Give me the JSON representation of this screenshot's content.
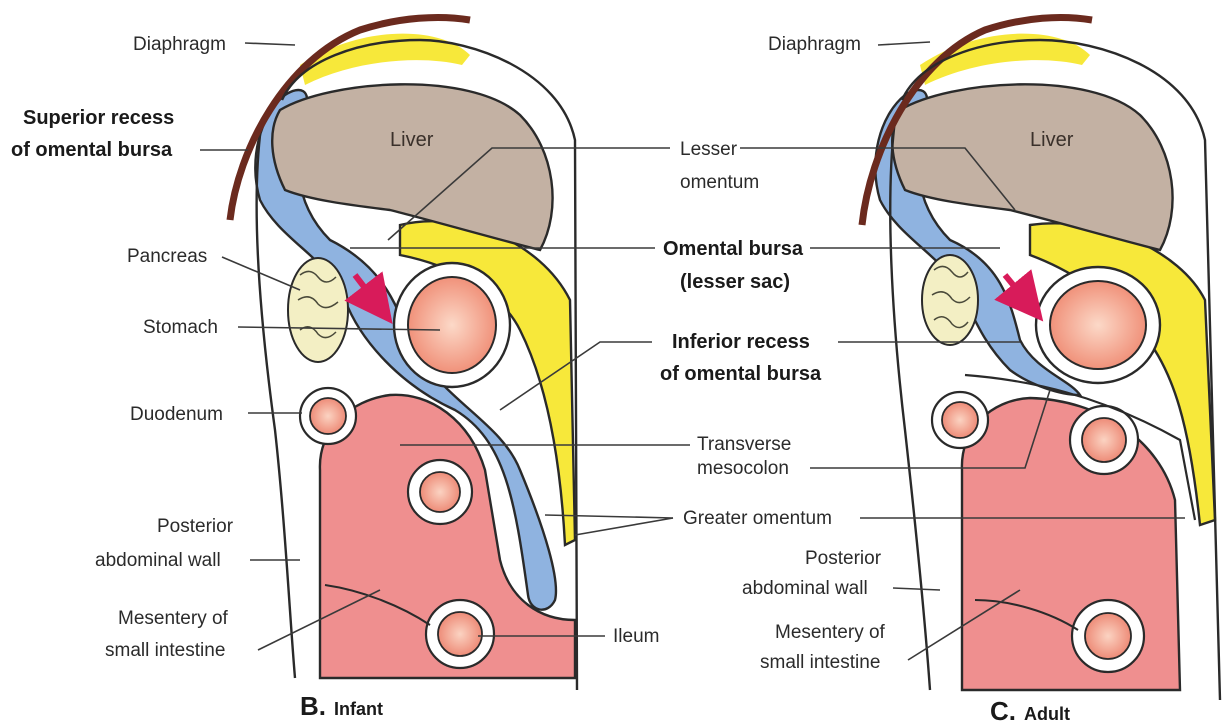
{
  "colors": {
    "liver": "#c3b1a3",
    "omental_bursa": "#8fb3e0",
    "peritoneum_yellow": "#f7e83a",
    "intestine_pink": "#ef8f8f",
    "stomach_pink": "#f3a08a",
    "pancreas": "#f3efc4",
    "diaphragm": "#6b2a1e",
    "arrow": "#d81b5a"
  },
  "panels": [
    {
      "id": "infant",
      "caption_letter": "B.",
      "caption_word": "Infant",
      "organ_labels": {
        "liver": "Liver"
      }
    },
    {
      "id": "adult",
      "caption_letter": "C.",
      "caption_word": "Adult",
      "organ_labels": {
        "liver": "Liver"
      }
    }
  ],
  "labels": {
    "diaphragm_b": "Diaphragm",
    "superior_recess_line1": "Superior recess",
    "superior_recess_line2": "of omental bursa",
    "pancreas": "Pancreas",
    "stomach": "Stomach",
    "duodenum": "Duodenum",
    "posterior_wall_b_line1": "Posterior",
    "posterior_wall_b_line2": "abdominal wall",
    "mesentery_b_line1": "Mesentery of",
    "mesentery_b_line2": "small intestine",
    "diaphragm_c": "Diaphragm",
    "lesser_omentum_line1": "Lesser",
    "lesser_omentum_line2": "omentum",
    "omental_bursa_line1": "Omental bursa",
    "omental_bursa_line2": "(lesser sac)",
    "inferior_recess_line1": "Inferior recess",
    "inferior_recess_line2": "of omental bursa",
    "transverse_mesocolon_line1": "Transverse",
    "transverse_mesocolon_line2": "mesocolon",
    "greater_omentum": "Greater omentum",
    "ileum": "Ileum",
    "posterior_wall_c_line1": "Posterior",
    "posterior_wall_c_line2": "abdominal wall",
    "mesentery_c_line1": "Mesentery of",
    "mesentery_c_line2": "small intestine"
  }
}
